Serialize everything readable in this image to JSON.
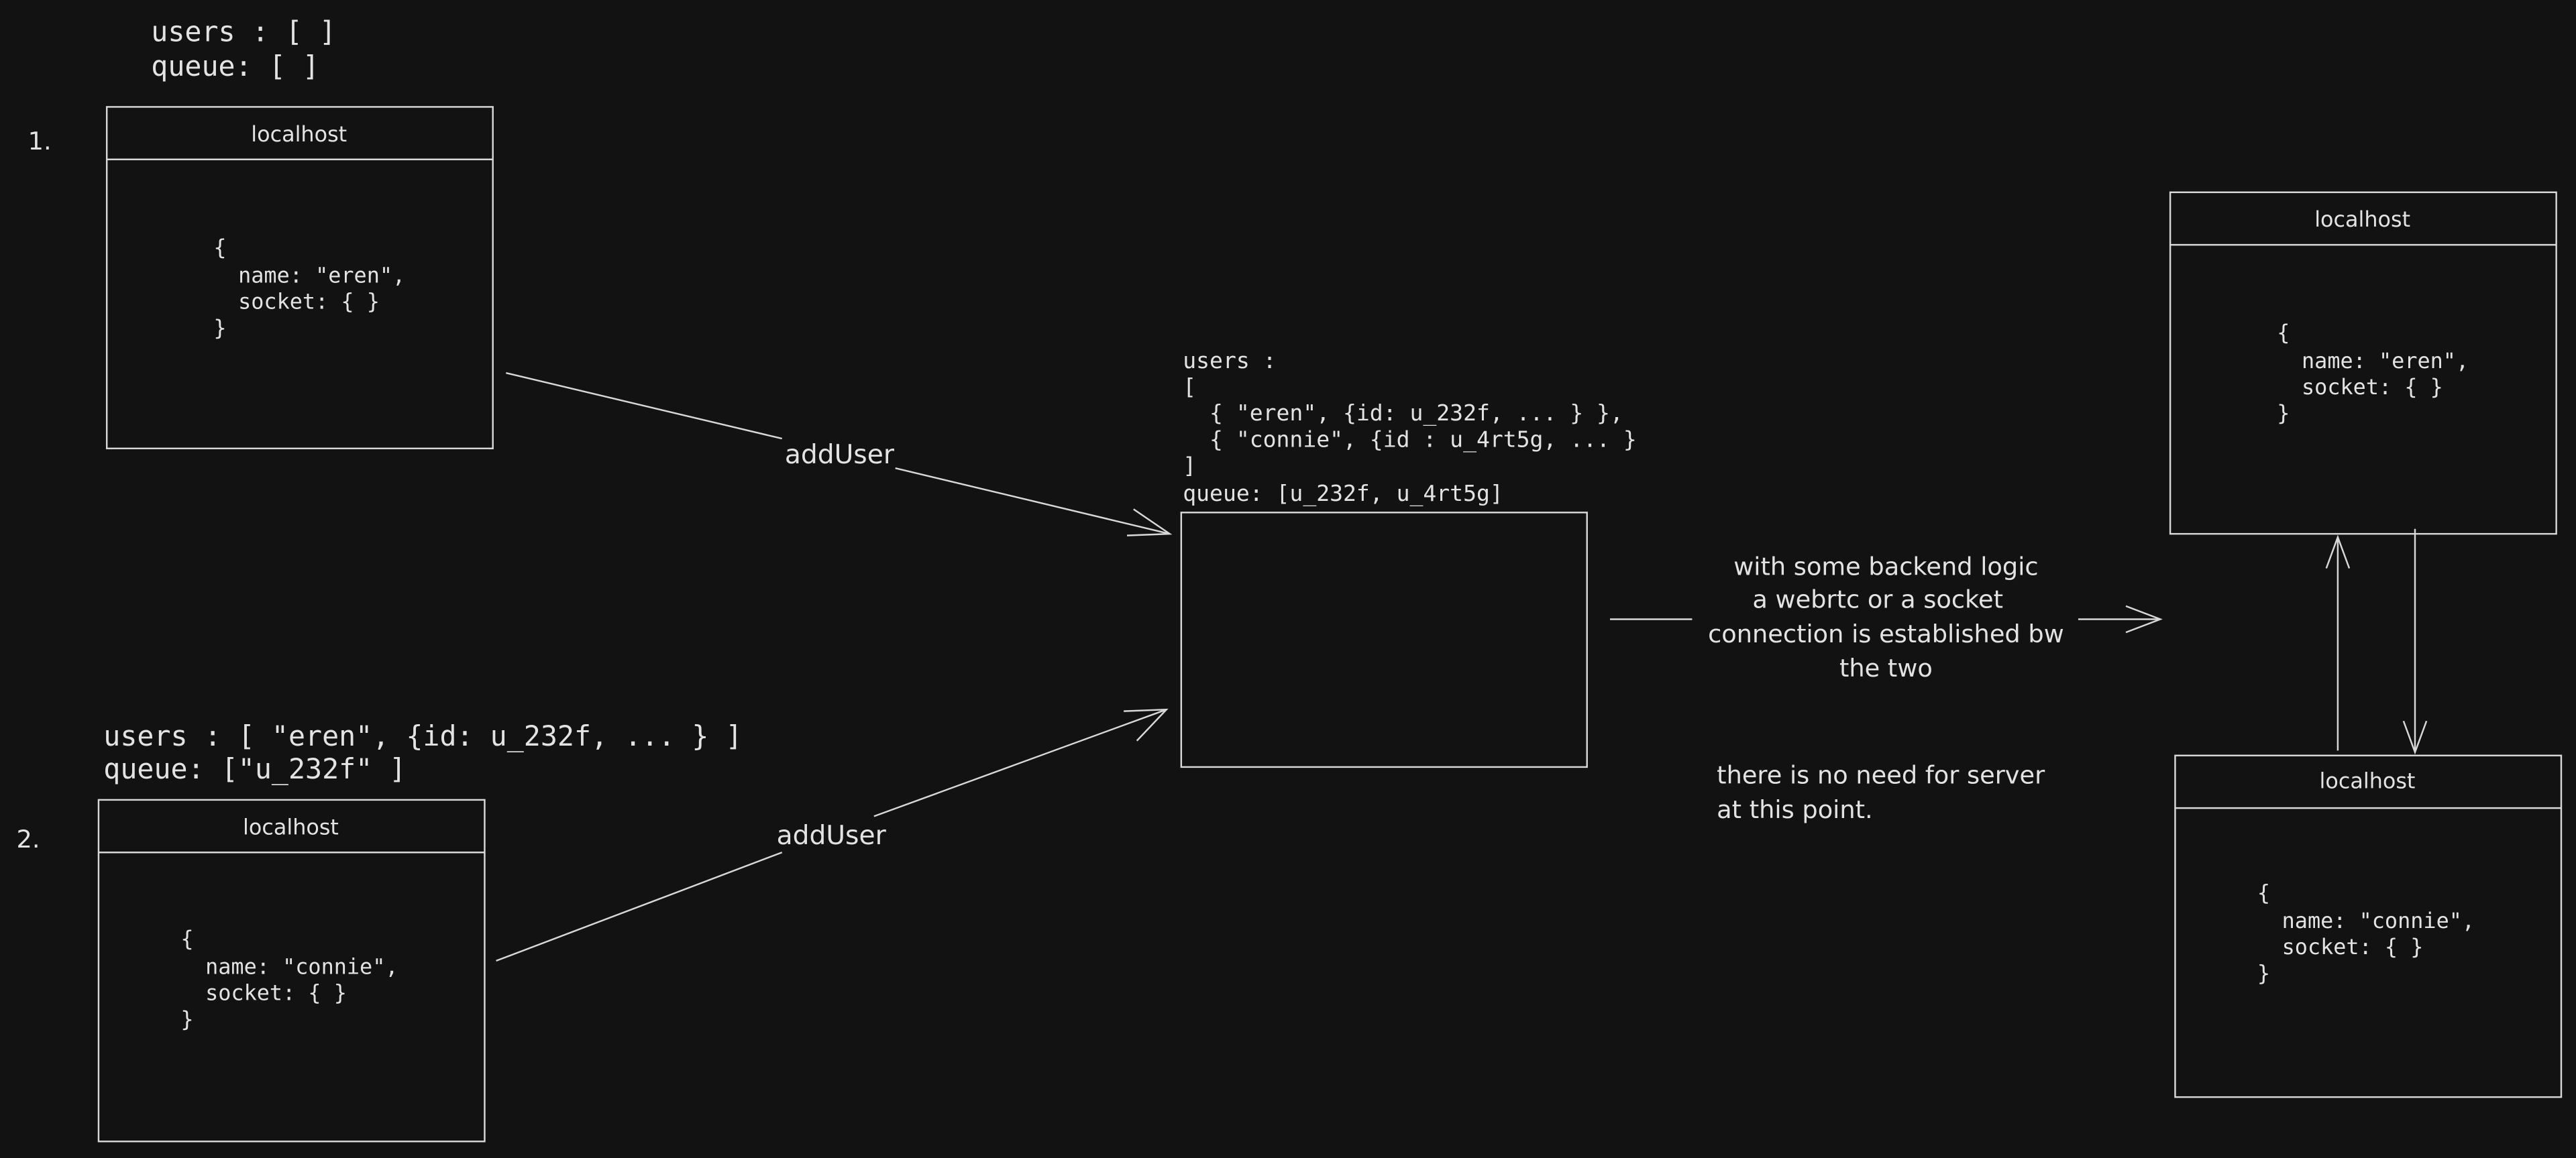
{
  "colors": {
    "background": "#121212",
    "stroke": "#d8d8d8",
    "text": "#e3e3e3"
  },
  "step1": {
    "label": "1.",
    "state": [
      "users : [  ]",
      "queue: [  ]"
    ],
    "window": {
      "title": "localhost",
      "code": [
        "{",
        "name: \"eren\",",
        "socket: { }",
        "}"
      ]
    }
  },
  "step2": {
    "label": "2.",
    "state": [
      "users : [ \"eren\", {id: u_232f, ... } ]",
      "queue: [\"u_232f\"  ]"
    ],
    "window": {
      "title": "localhost",
      "code": [
        "{",
        "name: \"connie\",",
        "socket: { }",
        "}"
      ]
    }
  },
  "arrows": {
    "add_user_1": "addUser",
    "add_user_2": "addUser"
  },
  "server": {
    "state": [
      "users :",
      "[",
      "  { \"eren\", {id: u_232f, ... } },",
      "  { \"connie\", {id : u_4rt5g, ... }",
      "]",
      "queue: [u_232f, u_4rt5g]"
    ]
  },
  "connection_note": [
    "with some backend logic",
    "a webrtc or a socket",
    "connection is established bw",
    "the two"
  ],
  "server_note": [
    "there is no need for server",
    "at this point."
  ],
  "peer1": {
    "title": "localhost",
    "code": [
      "{",
      "name: \"eren\",",
      "socket: { }",
      "}"
    ]
  },
  "peer2": {
    "title": "localhost",
    "code": [
      "{",
      "name: \"connie\",",
      "socket: { }",
      "}"
    ]
  }
}
